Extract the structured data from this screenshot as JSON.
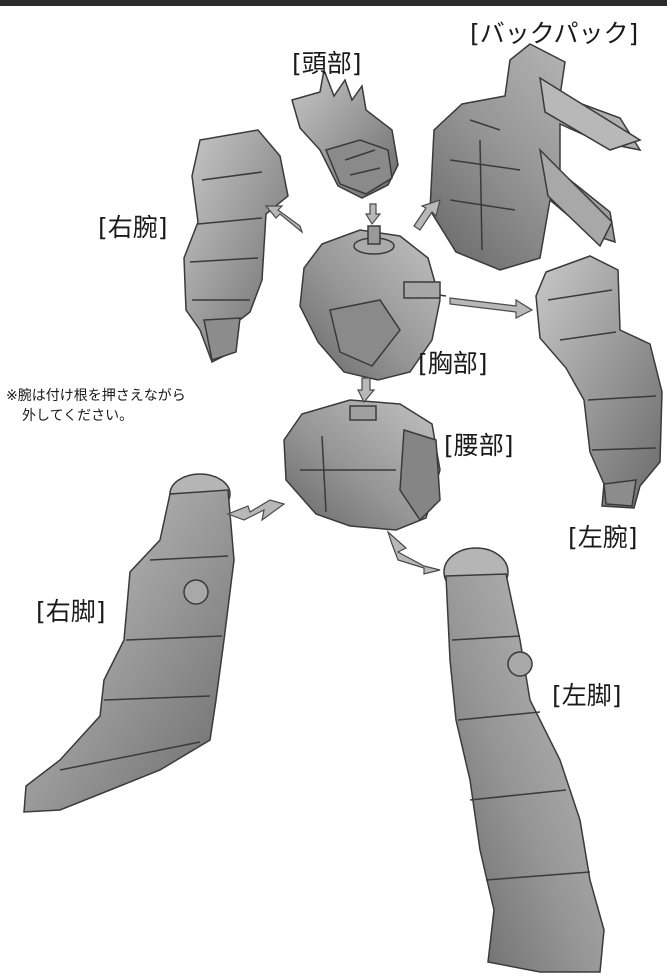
{
  "labels": {
    "backpack": "[バックパック]",
    "head": "[頭部]",
    "right_arm": "[右腕]",
    "chest": "[胸部]",
    "waist": "[腰部]",
    "left_arm": "[左腕]",
    "right_leg": "[右脚]",
    "left_leg": "[左脚]"
  },
  "note": {
    "line1": "※腕は付け根を押さえながら",
    "line2": "外してください。"
  },
  "colors": {
    "part_fill": "#9a9a9a",
    "part_dark": "#6e6e6e",
    "part_light": "#c4c4c4",
    "outline": "#3a3a3a",
    "arrow": "#b8b8b8"
  }
}
